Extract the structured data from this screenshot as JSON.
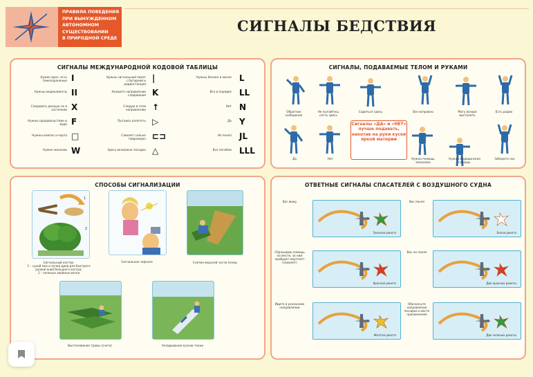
{
  "header": {
    "badge_lines": [
      "Правила поведения",
      "при вынужденном",
      "автономном",
      "существовании",
      "в природной среде"
    ],
    "title": "СИГНАЛЫ БЕДСТВИЯ"
  },
  "code_table": {
    "title": "СИГНАЛЫ МЕЖДУНАРОДНОЙ КОДОВОЙ ТАБЛИЦЫ",
    "col1": [
      {
        "label": "Нужен врач, есть тяжелораненые",
        "symbol": "I"
      },
      {
        "label": "Нужны медикаменты",
        "symbol": "II"
      },
      {
        "label": "Следовать дальше не в состоянии",
        "symbol": "X"
      },
      {
        "label": "Нужны продовольствие и вода",
        "symbol": "F"
      },
      {
        "label": "Нужны компас и карта",
        "symbol": "□"
      },
      {
        "label": "Нужен механик",
        "symbol": "W"
      }
    ],
    "col2": [
      {
        "label": "Нужны сигнальный пакет с батареей и радиостанция",
        "symbol": "|"
      },
      {
        "label": "Укажите направление следования",
        "symbol": "K"
      },
      {
        "label": "Следую в этом направлении",
        "symbol": "↑"
      },
      {
        "label": "Пытаюсь взлететь",
        "symbol": "▷"
      },
      {
        "label": "Самолет сильно поврежден",
        "symbol": "⊏⊐"
      },
      {
        "label": "Здесь возможна посадка",
        "symbol": "△"
      }
    ],
    "col3": [
      {
        "label": "Нужны бензин и масло",
        "symbol": "L"
      },
      {
        "label": "Все в порядке",
        "symbol": "LL"
      },
      {
        "label": "Нет",
        "symbol": "N"
      },
      {
        "label": "Да",
        "symbol": "Y"
      },
      {
        "label": "Не понял",
        "symbol": "JL"
      },
      {
        "label": "Все погибли",
        "symbol": "LLL"
      }
    ]
  },
  "body_signals": {
    "title": "СИГНАЛЫ, ПОДАВАЕМЫЕ ТЕЛОМ И РУКАМИ",
    "row1": [
      "Обратное сообщение",
      "Не пытайтесь сесть здесь",
      "Садиться здесь",
      "Все исправно",
      "Могу вскоре выступить",
      "Есть радио"
    ],
    "row2": [
      "Да",
      "Нет",
      "Нужна помощь механика",
      "Нужна медицинская помощь",
      "Заберите нас"
    ],
    "note": "Сигналы «ДА» и «НЕТ» лучше подавать, накотав на руки куски яркой материи"
  },
  "methods": {
    "title": "СПОСОБЫ СИГНАЛИЗАЦИИ",
    "items": [
      {
        "caption": "Сигнальный костер:\n1 – сухой мох и пучки дров для быстрого разжигания большого костра;\n2 – зеленые хвойные ветки"
      },
      {
        "caption": "Сигнальное зеркало"
      },
      {
        "caption": "Снятие верхней части почвы"
      },
      {
        "caption": "Выстилование травы (снега)"
      },
      {
        "caption": "Укладывание кусков ткани"
      }
    ],
    "pile_labels": [
      "1",
      "2"
    ]
  },
  "replies": {
    "title": "ОТВЕТНЫЕ СИГНАЛЫ СПАСАТЕЛЕЙ С ВОЗДУШНОГО СУДНА",
    "left": [
      {
        "label": "Вас вижу",
        "caption": "Зеленая ракета"
      },
      {
        "label": "Сбрасываю помощь на месте, за ним прибудет вертолет (самолет)",
        "caption": "Красная ракета"
      },
      {
        "label": "Идите в указанном направлении",
        "caption": "Желтая ракета"
      }
    ],
    "right": [
      {
        "label": "Вас понял",
        "caption": "Белая ракета"
      },
      {
        "label": "Вас не понял",
        "caption": "Две красных ракеты"
      },
      {
        "label": "Обозначьте направление посадки и место приземления",
        "caption": "Две зеленых ракеты"
      }
    ]
  },
  "colors": {
    "accent": "#e4582a",
    "panel_border": "#f0a58a",
    "background": "#fbf7d4",
    "figure": "#2e6aa8"
  }
}
